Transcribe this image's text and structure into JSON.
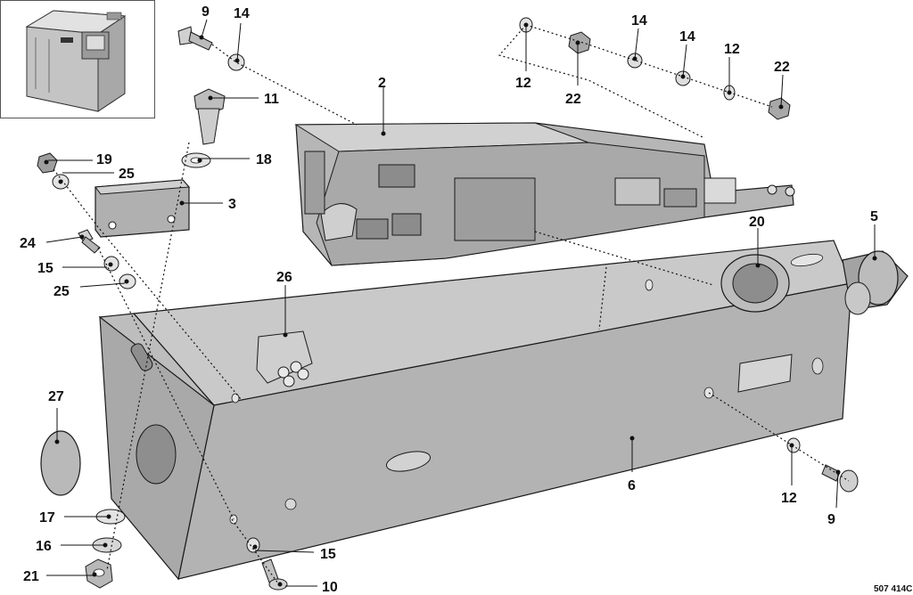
{
  "callouts": {
    "c2": "2",
    "c3": "3",
    "c5": "5",
    "c6": "6",
    "c9a": "9",
    "c9b": "9",
    "c10": "10",
    "c11": "11",
    "c12a": "12",
    "c12b": "12",
    "c12c": "12",
    "c14a": "14",
    "c14b": "14",
    "c14c": "14",
    "c15a": "15",
    "c15b": "15",
    "c16": "16",
    "c17": "17",
    "c18": "18",
    "c19": "19",
    "c20": "20",
    "c21": "21",
    "c22a": "22",
    "c22b": "22",
    "c24": "24",
    "c25a": "25",
    "c25b": "25",
    "c26": "26",
    "c27": "27"
  },
  "reference_code": "507 414C",
  "colors": {
    "housing": "#b3b3b3",
    "housing_dark": "#8a8a8a",
    "housing_light": "#cfcfcf",
    "outline": "#1a1a1a"
  }
}
